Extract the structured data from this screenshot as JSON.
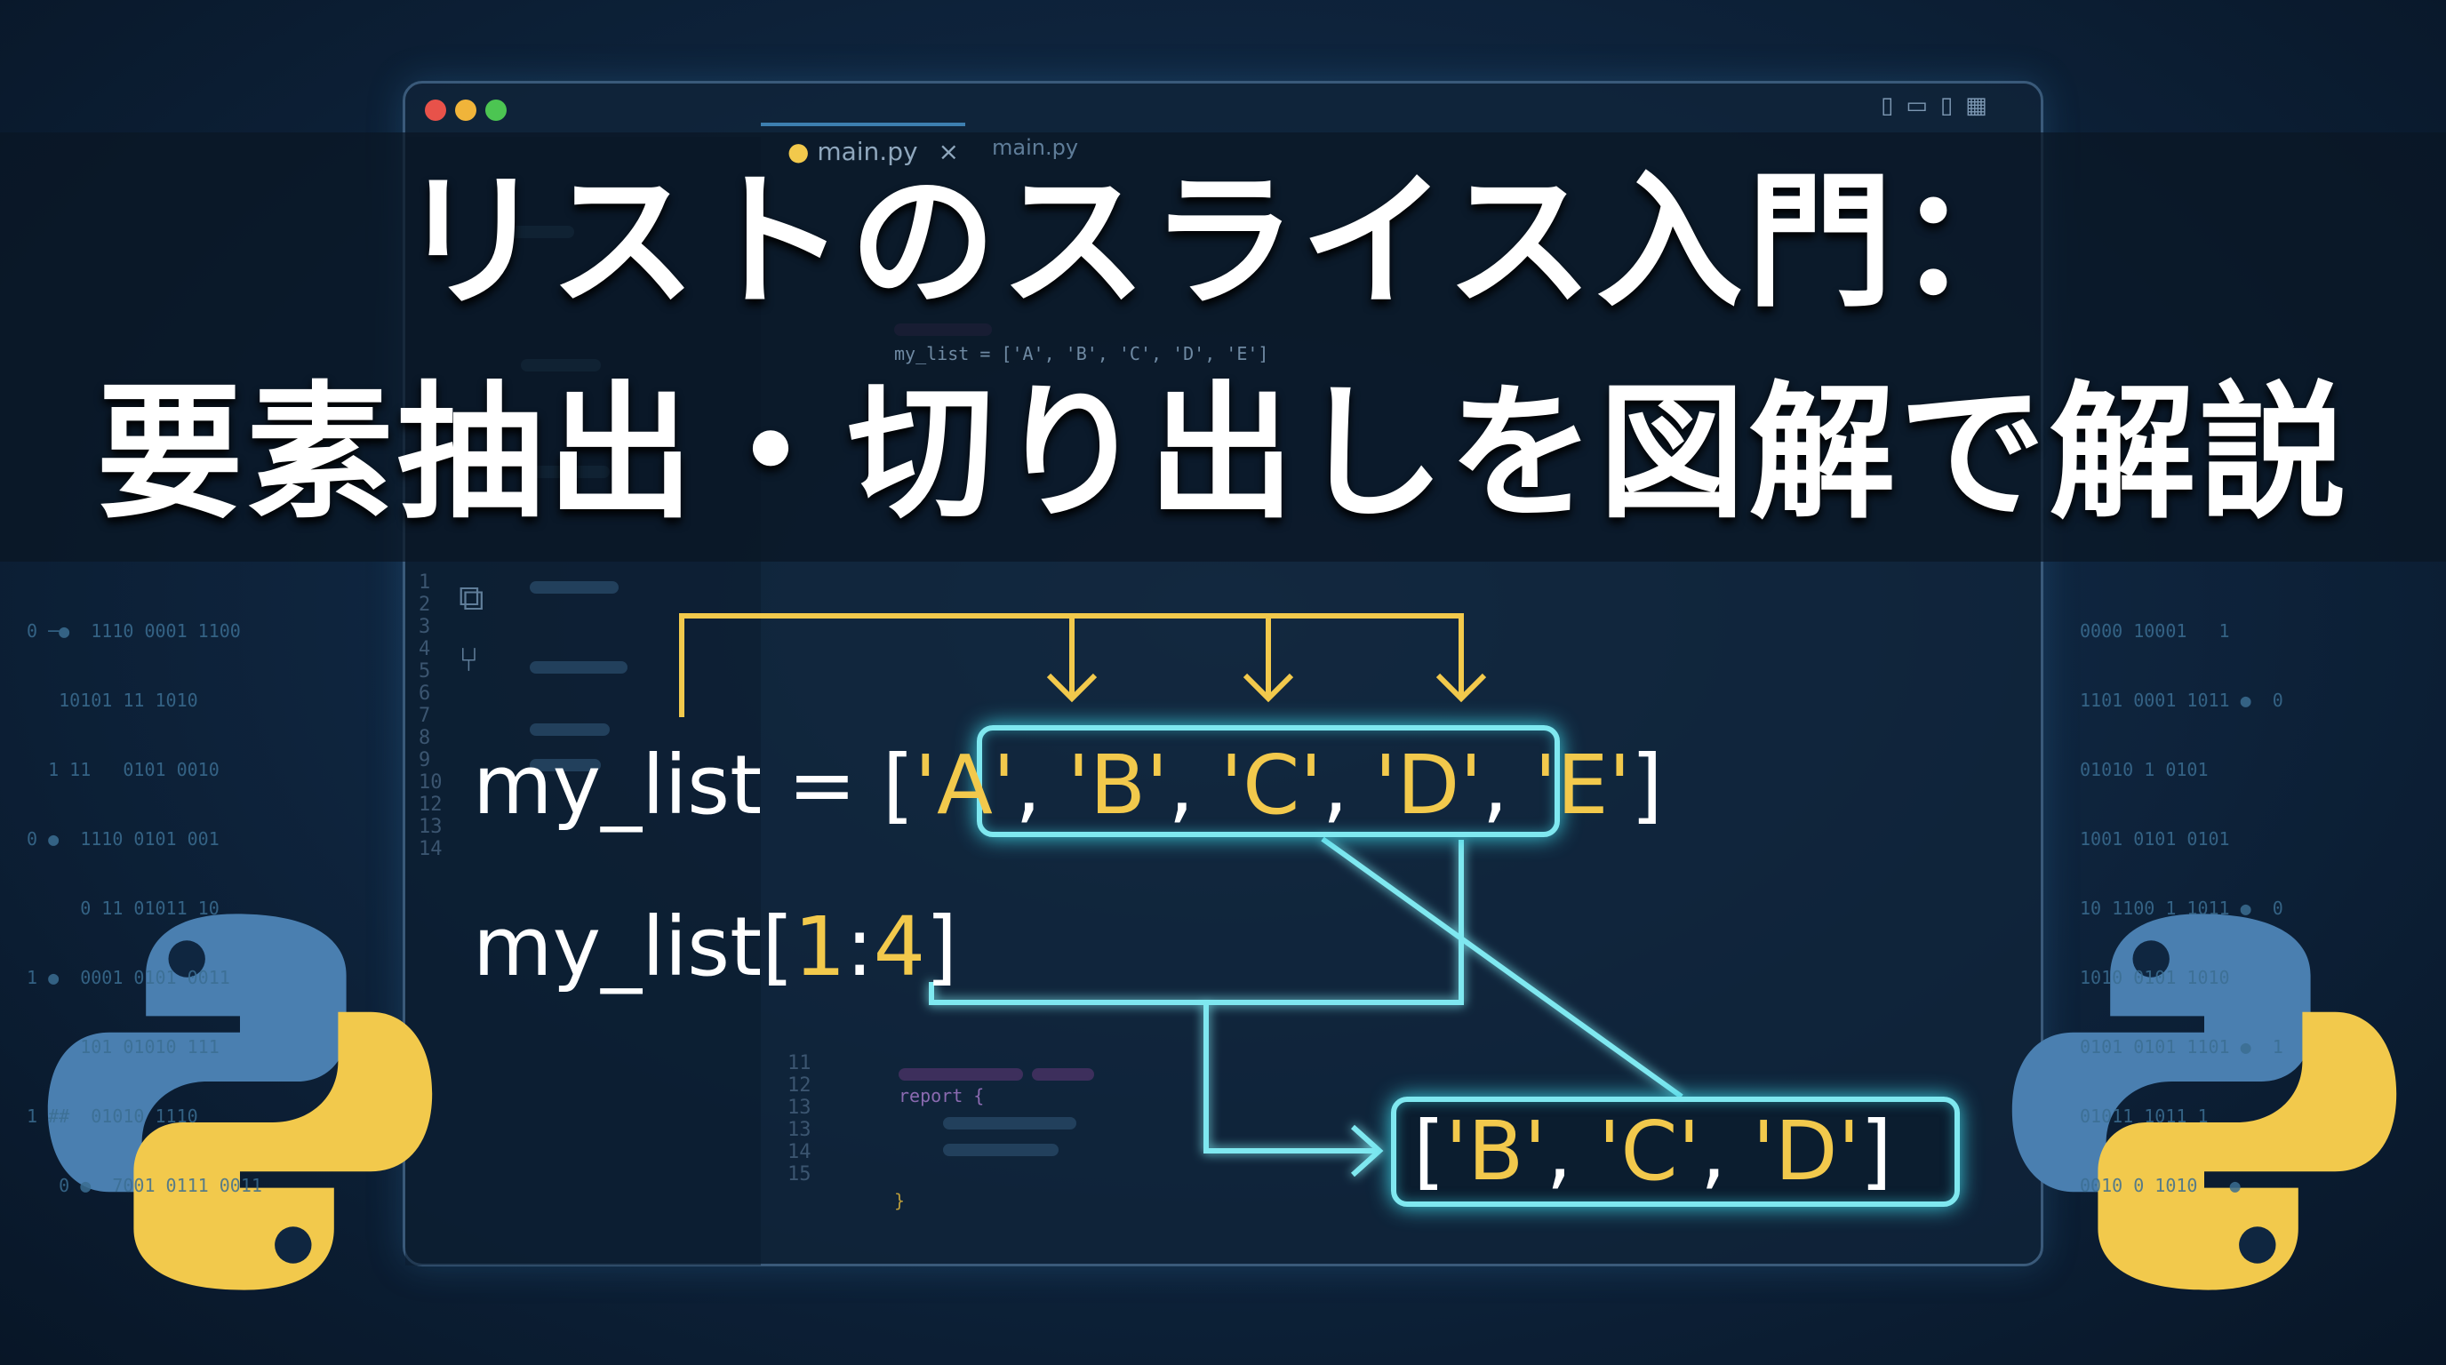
{
  "window": {
    "tab_label": "main.py",
    "tab_close": "×",
    "tab_label_2": "main.py"
  },
  "editor": {
    "line_numbers_top": [
      "1",
      "2",
      "3",
      "4",
      "5",
      "6",
      "7",
      "8",
      "9",
      "10",
      "12",
      "13",
      "14"
    ],
    "line_numbers_bottom": [
      "11",
      "12",
      "13",
      "13",
      "14",
      "15"
    ],
    "code_line": "my_list = ['A', 'B', 'C', 'D', 'E']",
    "report_line": "report {",
    "close_brace": "}"
  },
  "title": {
    "line1": "リストのスライス入門：",
    "line2": "要素抽出・切り出しを図解で解説"
  },
  "diagram": {
    "list_prefix": "my_list = [",
    "items": [
      "'A'",
      ", ",
      "'B'",
      ", ",
      "'C'",
      ", ",
      "'D'",
      ", ",
      "'E'"
    ],
    "list_suffix": "]",
    "slice_name": "my_list[",
    "slice_start": "1",
    "slice_colon": ":",
    "slice_end": "4",
    "slice_close": "]",
    "result_open": "[",
    "result_items": [
      "'B'",
      ", ",
      "'C'",
      ", ",
      "'D'"
    ],
    "result_close": "]"
  },
  "binary": {
    "left": [
      "0 ─●  1110 0001 1100",
      "   10101 11 1010",
      "  1 11   0101 0010",
      "0 ●  1110 0101 001",
      "     0 11 01011 10",
      "1 ●  0001 0101 0011",
      "     101 01010 111",
      "1 ##  01010 1110",
      "   0 ●  7001 0111 0011"
    ],
    "right": [
      "0000 10001   1",
      "1101 0001 1011 ●  0",
      "01010 1 0101",
      "1001 0101 0101",
      "10 1100 1 1011 ●  0",
      "1010 0101 1010",
      "0101 0101 1101 ●  1",
      "01011 1011 1",
      "0010 0 1010   ●"
    ]
  },
  "colors": {
    "accent_yellow": "#f2c94c",
    "accent_cyan": "#7fe8f0",
    "background": "#0f2640"
  }
}
